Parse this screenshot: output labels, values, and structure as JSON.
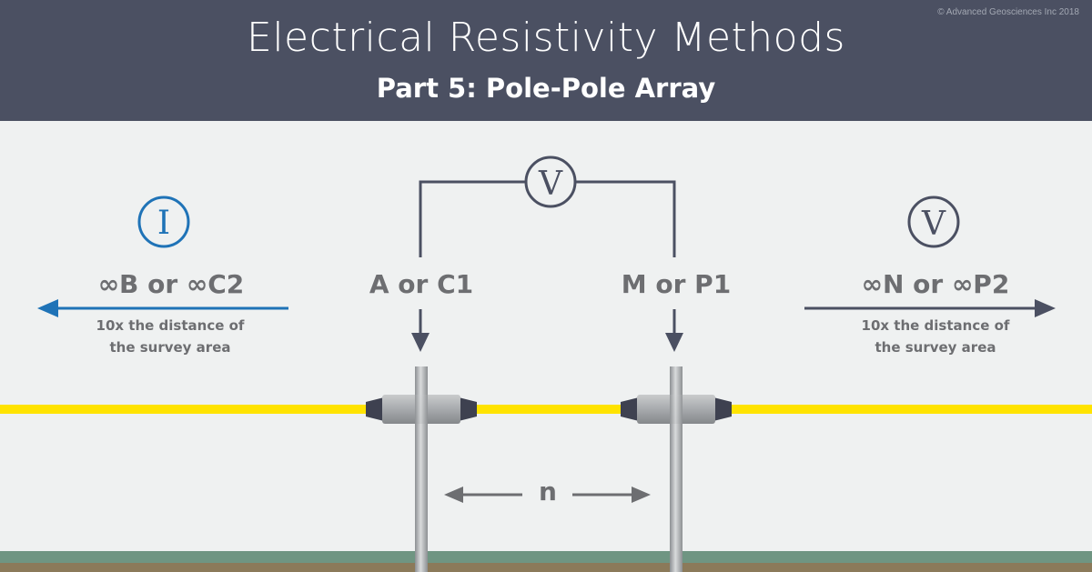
{
  "header": {
    "title": "Electrical Resistivity Methods",
    "subtitle": "Part 5: Pole-Pole Array",
    "copyright": "© Advanced Geosciences Inc 2018"
  },
  "meter": {
    "voltmeter_symbol": "V"
  },
  "left_remote": {
    "symbol": "I",
    "label": "∞B or ∞C2",
    "note_line1": "10x the distance of",
    "note_line2": "the survey area"
  },
  "right_remote": {
    "symbol": "V",
    "label": "∞N or ∞P2",
    "note_line1": "10x the distance of",
    "note_line2": "the survey area"
  },
  "electrodes": {
    "current": "A or C1",
    "potential": "M or P1"
  },
  "spacing": {
    "label": "n"
  },
  "colors": {
    "header_bg": "#4b5062",
    "background": "#eff1f1",
    "cable": "#ffe300",
    "current_blue": "#1f73b7",
    "wire_dark": "#4b5062",
    "text_gray": "#6d6e71",
    "grass": "#6f9582",
    "soil": "#8b7a5a"
  }
}
